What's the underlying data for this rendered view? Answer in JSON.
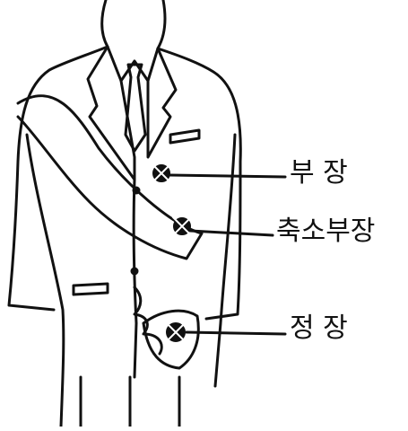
{
  "labels": [
    {
      "text": "부 장"
    },
    {
      "text": "축소부장"
    },
    {
      "text": "정 장"
    }
  ],
  "colors": {
    "ink": "#111111",
    "background": "#ffffff"
  }
}
